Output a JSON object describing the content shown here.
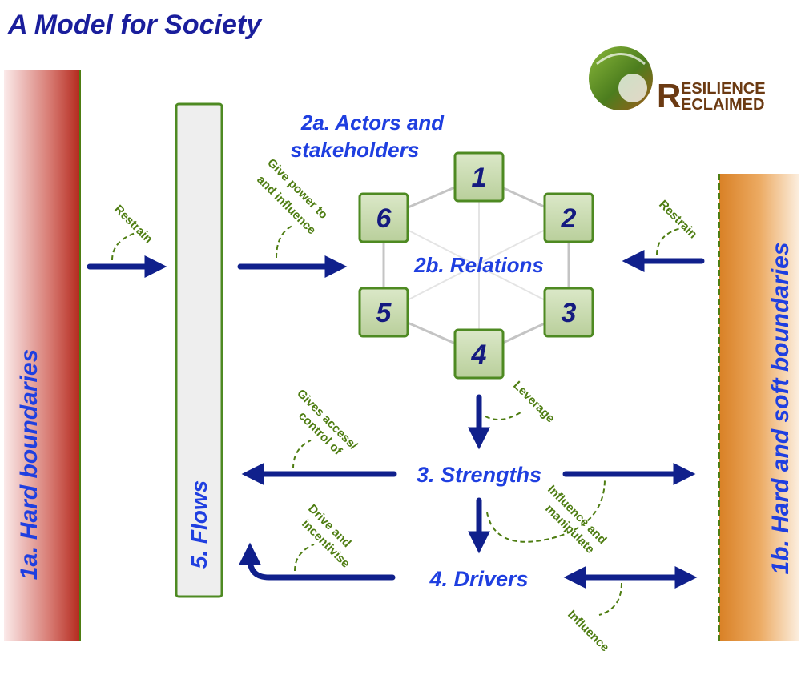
{
  "title": "A Model for Society",
  "logo": {
    "line1": "ESILIENCE",
    "line2": "ECLAIMED",
    "initial": "R"
  },
  "boundaries": {
    "left": "1a. Hard boundaries",
    "right": "1b. Hard and soft boundaries"
  },
  "flows": "5. Flows",
  "actors": {
    "line1": "2a. Actors and",
    "line2": "stakeholders"
  },
  "relations": "2b. Relations",
  "nodes": [
    "1",
    "2",
    "3",
    "4",
    "5",
    "6"
  ],
  "strengths": "3. Strengths",
  "drivers": "4. Drivers",
  "annotations": {
    "restrain_left": "Restrain",
    "give_power_1": "Give power to",
    "give_power_2": "and influence",
    "restrain_right": "Restrain",
    "leverage": "Leverage",
    "gives_access_1": "Gives access/",
    "gives_access_2": "control of",
    "influence_manip_1": "Influence and",
    "influence_manip_2": "manipulate",
    "drive_1": "Drive and",
    "drive_2": "incentivise",
    "influence": "Influence"
  },
  "colors": {
    "title": "#1a1e9c",
    "label": "#1f3fe0",
    "arrow": "#10208c",
    "annotation": "#4e7d12",
    "node_fill": "#c8d8b0",
    "node_border": "#4e8a22",
    "left_bar": "#b3271b",
    "right_bar": "#dd8a30"
  }
}
